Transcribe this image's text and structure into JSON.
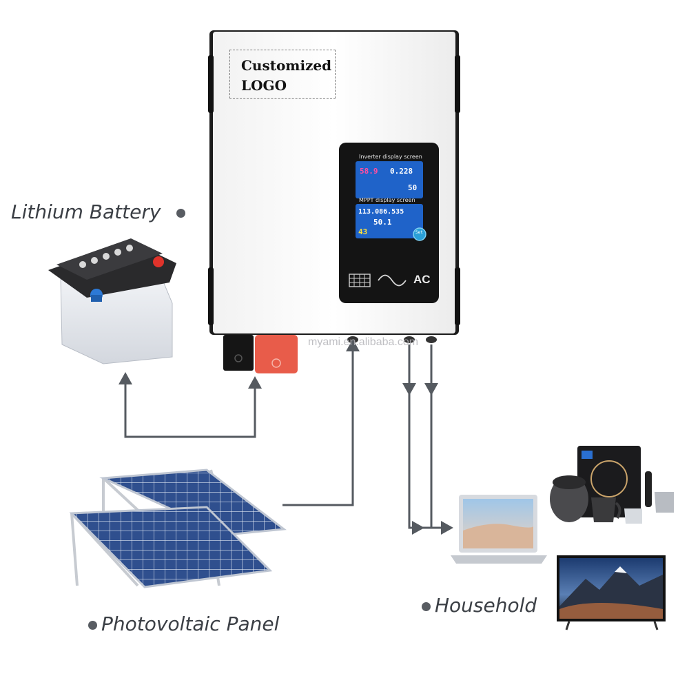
{
  "inverter": {
    "logo_text_line1": "Customized",
    "logo_text_line2": "LOGO",
    "display": {
      "inverter_screen_title": "Inverter display screen",
      "mppt_screen_title": "MPPT display screen",
      "readouts": [
        "58.9",
        "0.228",
        "50",
        "113.086.535",
        "50.1",
        "43"
      ],
      "set_button": "Set",
      "ac_label": "AC"
    }
  },
  "watermark": "myami.en.alibaba.com",
  "labels": {
    "battery": "Lithium Battery",
    "pv": "Photovoltaic Panel",
    "household": "Household"
  },
  "colors": {
    "inverter_body": "#ffffff",
    "inverter_frame": "#1b1b1b",
    "display_panel": "#141414",
    "lcd_screen": "#1f63c9",
    "arrow": "#555a60",
    "terminal_negative": "#151515",
    "terminal_positive": "#e85c4a",
    "solar_cell": "#2f4f8e",
    "battery_casing": "#e6e8ec",
    "battery_lid": "#2a2a2c"
  }
}
